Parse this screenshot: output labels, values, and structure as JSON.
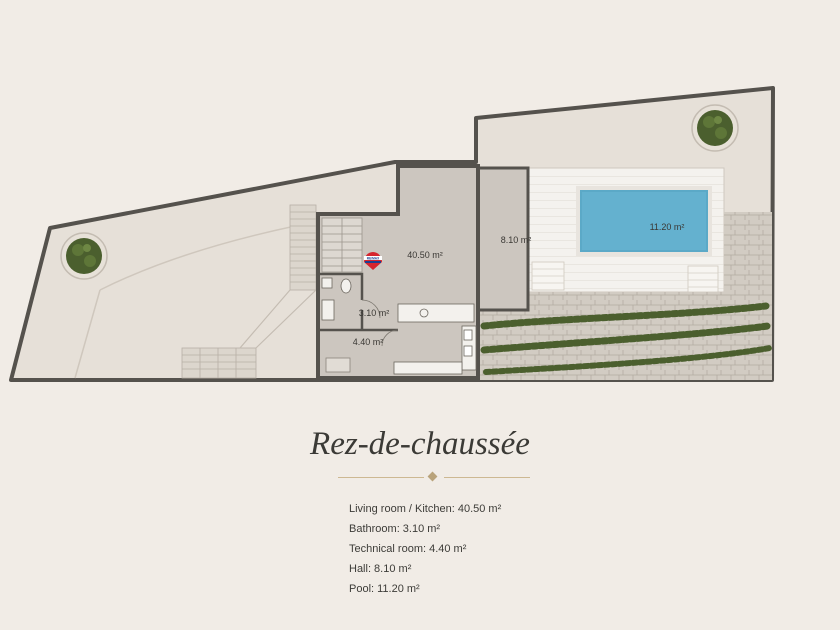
{
  "heading": "Rez-de-chaussée",
  "rooms": {
    "living": "40.50 m²",
    "hall": "8.10 m²",
    "pool": "11.20 m²",
    "bathroom": "3.10 m²",
    "technical": "4.40 m²"
  },
  "logo": {
    "text": "RE/MAX",
    "color_red": "#d6252e",
    "color_blue": "#1d3f8f"
  },
  "legend": [
    "Living room / Kitchen: 40.50 m²",
    "Bathroom: 3.10 m²",
    "Technical room: 4.40 m²",
    "Hall: 8.10 m²",
    "Pool: 11.20 m²"
  ],
  "colors": {
    "background": "#f1ece6",
    "wall": "#55524d",
    "floor": "#ccc6bf",
    "terrace": "#f4f2ee",
    "pool": "#5ba9c7",
    "vegetation": "#4b5f2e",
    "divider": "#b9a37b"
  }
}
